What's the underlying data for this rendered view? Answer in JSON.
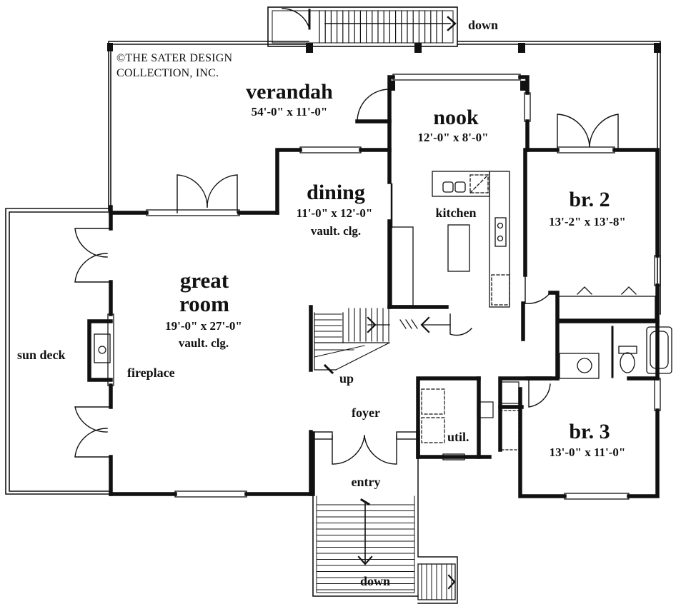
{
  "copyright": {
    "line1": "©THE SATER DESIGN",
    "line2": "COLLECTION, INC."
  },
  "rooms": {
    "verandah": {
      "name": "verandah",
      "dims": "54'-0\" x 11'-0\""
    },
    "nook": {
      "name": "nook",
      "dims": "12'-0\" x 8'-0\""
    },
    "dining": {
      "name": "dining",
      "dims": "11'-0\" x 12'-0\"",
      "note": "vault. clg."
    },
    "kitchen": {
      "name": "kitchen"
    },
    "br2": {
      "name": "br. 2",
      "dims": "13'-2\" x 13'-8\""
    },
    "great_room": {
      "name_line1": "great",
      "name_line2": "room",
      "dims": "19'-0\" x 27'-0\"",
      "note": "vault. clg."
    },
    "sun_deck": {
      "name": "sun deck"
    },
    "fireplace": {
      "name": "fireplace"
    },
    "foyer": {
      "name": "foyer"
    },
    "util": {
      "name": "util."
    },
    "br3": {
      "name": "br. 3",
      "dims": "13'-0\" x 11'-0\""
    },
    "entry": {
      "name": "entry"
    }
  },
  "stairs": {
    "top_down": "down",
    "up": "up",
    "bottom_down": "down"
  }
}
